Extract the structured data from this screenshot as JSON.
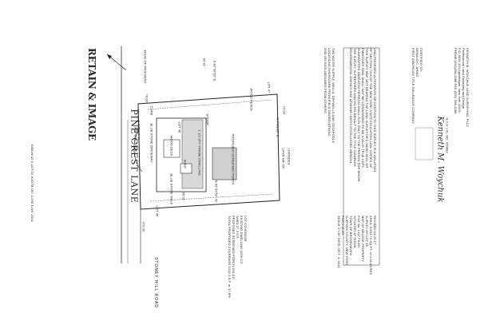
{
  "header_strip": {
    "line": "DIST. 0473 SECT. 002 BLOCK 02 LOT 0.25 ACRES"
  },
  "logo": {
    "text": "RETAIN & IMAGE"
  },
  "street": {
    "name": "PINE CREST LANE",
    "sub": "(P/O BUS STOP)",
    "edge_note": "EDGE OF PAVEMENT"
  },
  "road": {
    "name": "STONEY HILL ROAD"
  },
  "lot": {
    "north_bearing": "S 82°36'50\" E",
    "north_dist": "99.91'",
    "south_bearing": "N 82°36'50\" W",
    "south_dist": "99.91'",
    "west_bearing": "S 7°23'10\" W",
    "west_dist": "70.00'",
    "east_bearing": "N 7°23'10\" E",
    "east_dist": "70.00'",
    "lot_left": "LOT 45",
    "lot_right": "LOT 47",
    "lot_here": "LOT 46",
    "land_now": "LAND N/F OF",
    "land_owner": "LOWNDES",
    "tie": "470.00'",
    "house_label": "1 1/2 STY FRAME DWELLING",
    "deck_label": "WOOD DECK",
    "porch_label": "PROPOSED SCREENED PORCH",
    "shed_label": "SHED",
    "driveway_label": "BLUE STONE DRIVEWAY",
    "walk_label": "BLUE STONE WALK",
    "curb_label": "CURB",
    "fence_label": "WOOD FENCE",
    "stoop_label": "STOOP"
  },
  "coverage": {
    "title": "LOT COVERAGE",
    "lines": [
      "EXISTING DWELLING 1009 S.F.",
      "SHED 27.3 S.F.",
      "PROPOSED SCREENED PORCH 195 S.F.",
      "TOTAL PROPOSED COVERAGE 1233.3 S.F. or 17.8%"
    ]
  },
  "survey_info": {
    "revised": "REVISED 04-20-17",
    "area": "AREA: 6,993.70 SQ.FT. or 0.16 ACRES",
    "of": "SURVEY OF LOT 46",
    "map": "MAP OF BELDOE PROPERTY",
    "filed": "FILE No. 1347 FILED",
    "situated": "SITUATED AT RIDGE",
    "town": "TOWN OF BROOKHAVEN",
    "county": "SUFFOLK COUNTY, NEW YORK",
    "job": "FILE # 11-83",
    "scale": "SCALE 1\"=30' DATE: OCT. 4, 2011"
  },
  "notes": {
    "lines": [
      "UNAUTHORIZED ALTERATION OR ADDITION TO THIS SURVEY IS A VIOLATION",
      "OF SECTION 7209 OF THE NEW YORK STATE EDUCATION LAW. COPIES OF",
      "THIS SURVEY MAP NOT BEARING THE LAND SURVEYOR'S INKED SEAL OR",
      "EMBOSSED SEAL SHALL NOT BE CONSIDERED TO BE A VALID TRUE COPY.",
      "GUARANTEES INDICATED HEREON SHALL RUN ONLY TO THE PERSON FOR WHOM",
      "THE SURVEY IS PREPARED AND ON HIS BEHALF TO THE TITLE COMPANY,",
      "GOVERNMENTAL AGENCY AND LENDING INSTITUTION LISTED HEREON."
    ]
  },
  "certified": {
    "title": "CERTIFIED TO:",
    "names": [
      "GERALD C. ARNIG",
      "FIRST AMERICAN TITLE INSURANCE COMPANY"
    ]
  },
  "water_note": {
    "lines": [
      "THE WATER SUPPLY, WELLS, DRYWELLS AND CESSPOOLS",
      "LOCATIONS SHOWN ARE FROM FIELD OBSERVATIONS",
      "AND OR DATA OBTAINED FROM OTHERS."
    ]
  },
  "surveyor": {
    "signature": "Kenneth M. Woychuk",
    "license": "N.Y.S. LIC. NO. 050882",
    "firm": "KENNETH M. WOYCHUK LAND SURVEYING, PLLC",
    "sub": "Professional Land Surveying and Design",
    "addr": "P.O. BOX 153 Aquebogue, New York 11931",
    "phone": "PHONE (631)298-1588   FAX (631) 298-1588"
  }
}
